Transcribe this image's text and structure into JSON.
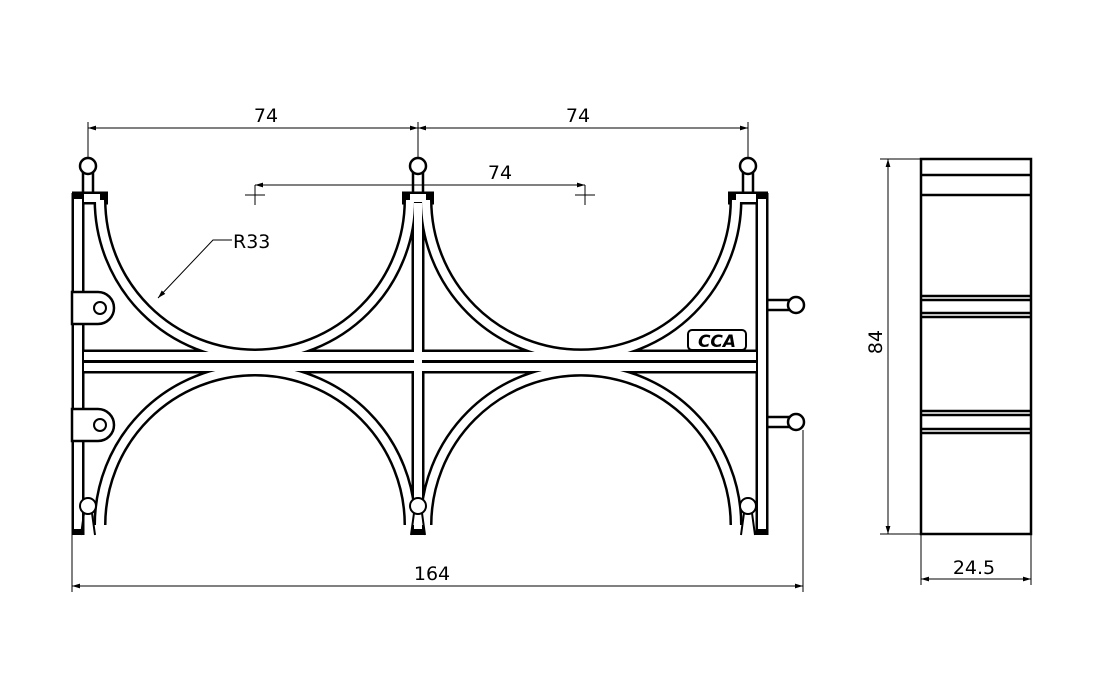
{
  "drawing": {
    "dimensions": {
      "top_left_span": "74",
      "top_right_span": "74",
      "inner_span": "74",
      "radius": "R33",
      "overall_width": "164",
      "height": "84",
      "depth": "24.5"
    },
    "logo_text": "CCA",
    "colors": {
      "line": "#000000",
      "background": "#ffffff"
    }
  }
}
